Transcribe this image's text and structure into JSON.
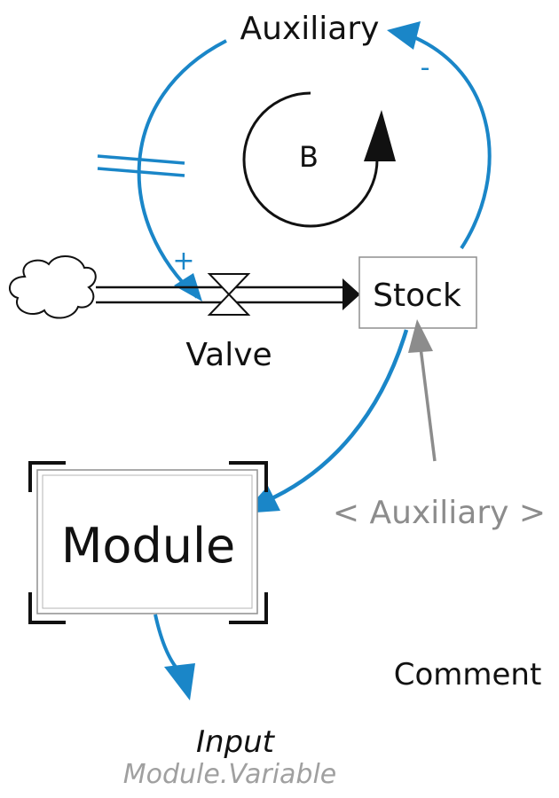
{
  "labels": {
    "auxiliary": "Auxiliary",
    "stock": "Stock",
    "valve": "Valve",
    "module": "Module",
    "shadow_auxiliary": "< Auxiliary >",
    "comment": "Comment",
    "input": "Input",
    "input_subtitle": "Module.Variable"
  },
  "loop": {
    "polarity_label": "B"
  },
  "links": {
    "aux_to_valve_polarity": "+",
    "stock_to_aux_polarity": "-"
  },
  "colors": {
    "link": "#1a86c8",
    "shadow": "#8c8c8c",
    "ink": "#111111",
    "box_border": "#8f8f8f"
  }
}
